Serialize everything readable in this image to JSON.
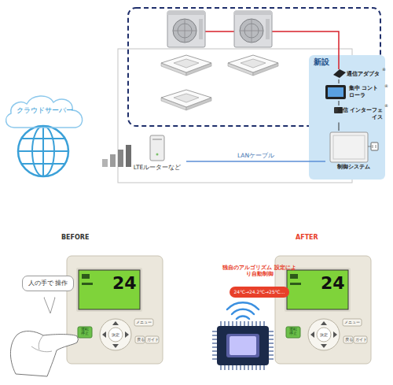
{
  "diagram": {
    "nodes": [
      {
        "text": [
          "クラウドサーバー"
        ]
      },
      {
        "text": [
          "LTEルーターなど"
        ]
      },
      {
        "text": [
          "新設"
        ]
      },
      {
        "text": [
          "通信アダプタ"
        ],
        "in": 2
      },
      {
        "text": [
          "集中 コントローラ"
        ],
        "in": 2
      },
      {
        "text": [
          "通信 インターフェイス"
        ],
        "in": 2
      },
      {
        "text": [
          "制御システム"
        ],
        "in": 2
      },
      {
        "text": [
          "人の手で 操作"
        ]
      },
      {
        "text": [
          "24℃→24.2℃→25℃…"
        ]
      }
    ],
    "edges": [
      {
        "from": 1,
        "to": 6,
        "arrow": "none",
        "label": "LANケーブル"
      },
      {
        "from": 3,
        "to": 4,
        "arrow": "none"
      },
      {
        "from": 4,
        "to": 5,
        "arrow": "none"
      },
      {
        "from": 5,
        "to": 6,
        "arrow": "none"
      }
    ],
    "labels": [
      "®",
      "®",
      "®",
      "BEFORE",
      "AFTER",
      "独自のアルゴリズム 設定により自動制御",
      "24",
      "運転 停止",
      "決定",
      "メニュー",
      "戻る",
      "ガイド",
      "24",
      "運転 停止",
      "決定",
      "メニュー",
      "戻る",
      "ガイド"
    ]
  }
}
